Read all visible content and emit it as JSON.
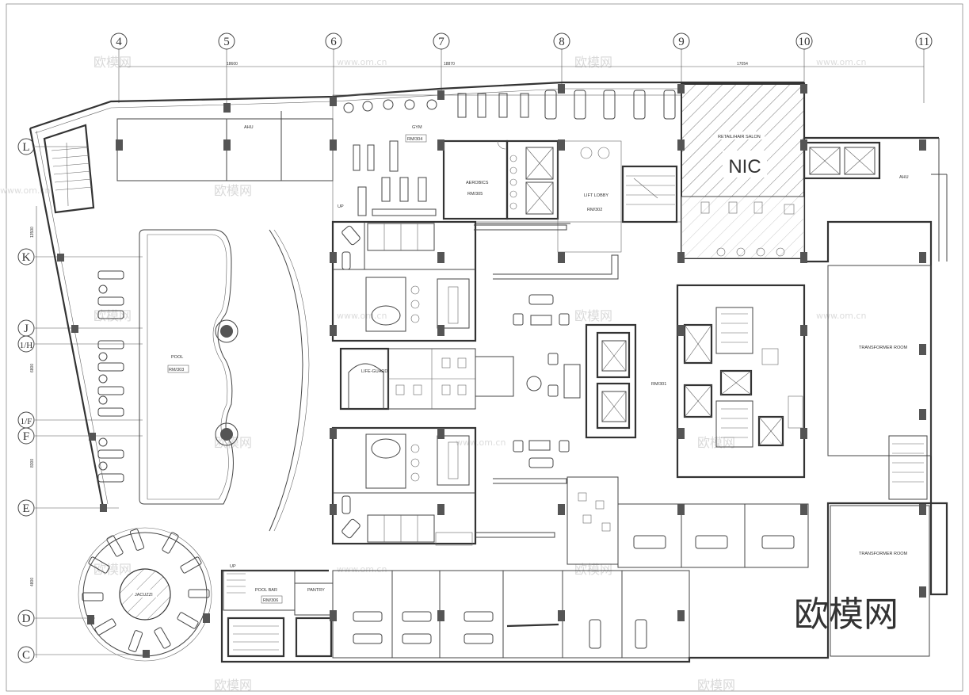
{
  "grid_axes": {
    "columns": [
      "4",
      "5",
      "6",
      "7",
      "8",
      "9",
      "10",
      "11"
    ],
    "rows": [
      "L",
      "K",
      "J",
      "1/H",
      "1/F",
      "F",
      "E",
      "D",
      "C"
    ]
  },
  "dimensions": [
    "18600",
    "18870",
    "17054",
    "13500",
    "6800",
    "8300",
    "4800"
  ],
  "rooms": {
    "gym": "GYM",
    "gym_tag": "RM/304",
    "aerobics": "AEROBICS",
    "aerobics_tag": "RM/305",
    "lift_lobby": "LIFT LOBBY",
    "lift_tag": "RM/302",
    "retail": "RETAIL/HAIR SALON",
    "nic": "NIC",
    "pool": "POOL",
    "pool_tag": "RM/303",
    "lifeguard": "LIFE-GUARD",
    "jacuzzi": "JACUZZI",
    "pool_bar": "POOL BAR",
    "pool_bar_tag": "RM/306",
    "pantry": "PANTRY",
    "transformer1": "TRANSFORMER ROOM",
    "transformer2": "TRANSFORMER ROOM",
    "core_tag": "RM/301",
    "ahu_left": "AHU",
    "ahu_right": "AHU",
    "up": "UP"
  },
  "watermark": {
    "brand": "欧模网",
    "url": "www.om.cn"
  },
  "colors": {
    "line": "#444444",
    "wall": "#333333",
    "hatch": "#555555",
    "watermark": "#d9d9d9"
  }
}
